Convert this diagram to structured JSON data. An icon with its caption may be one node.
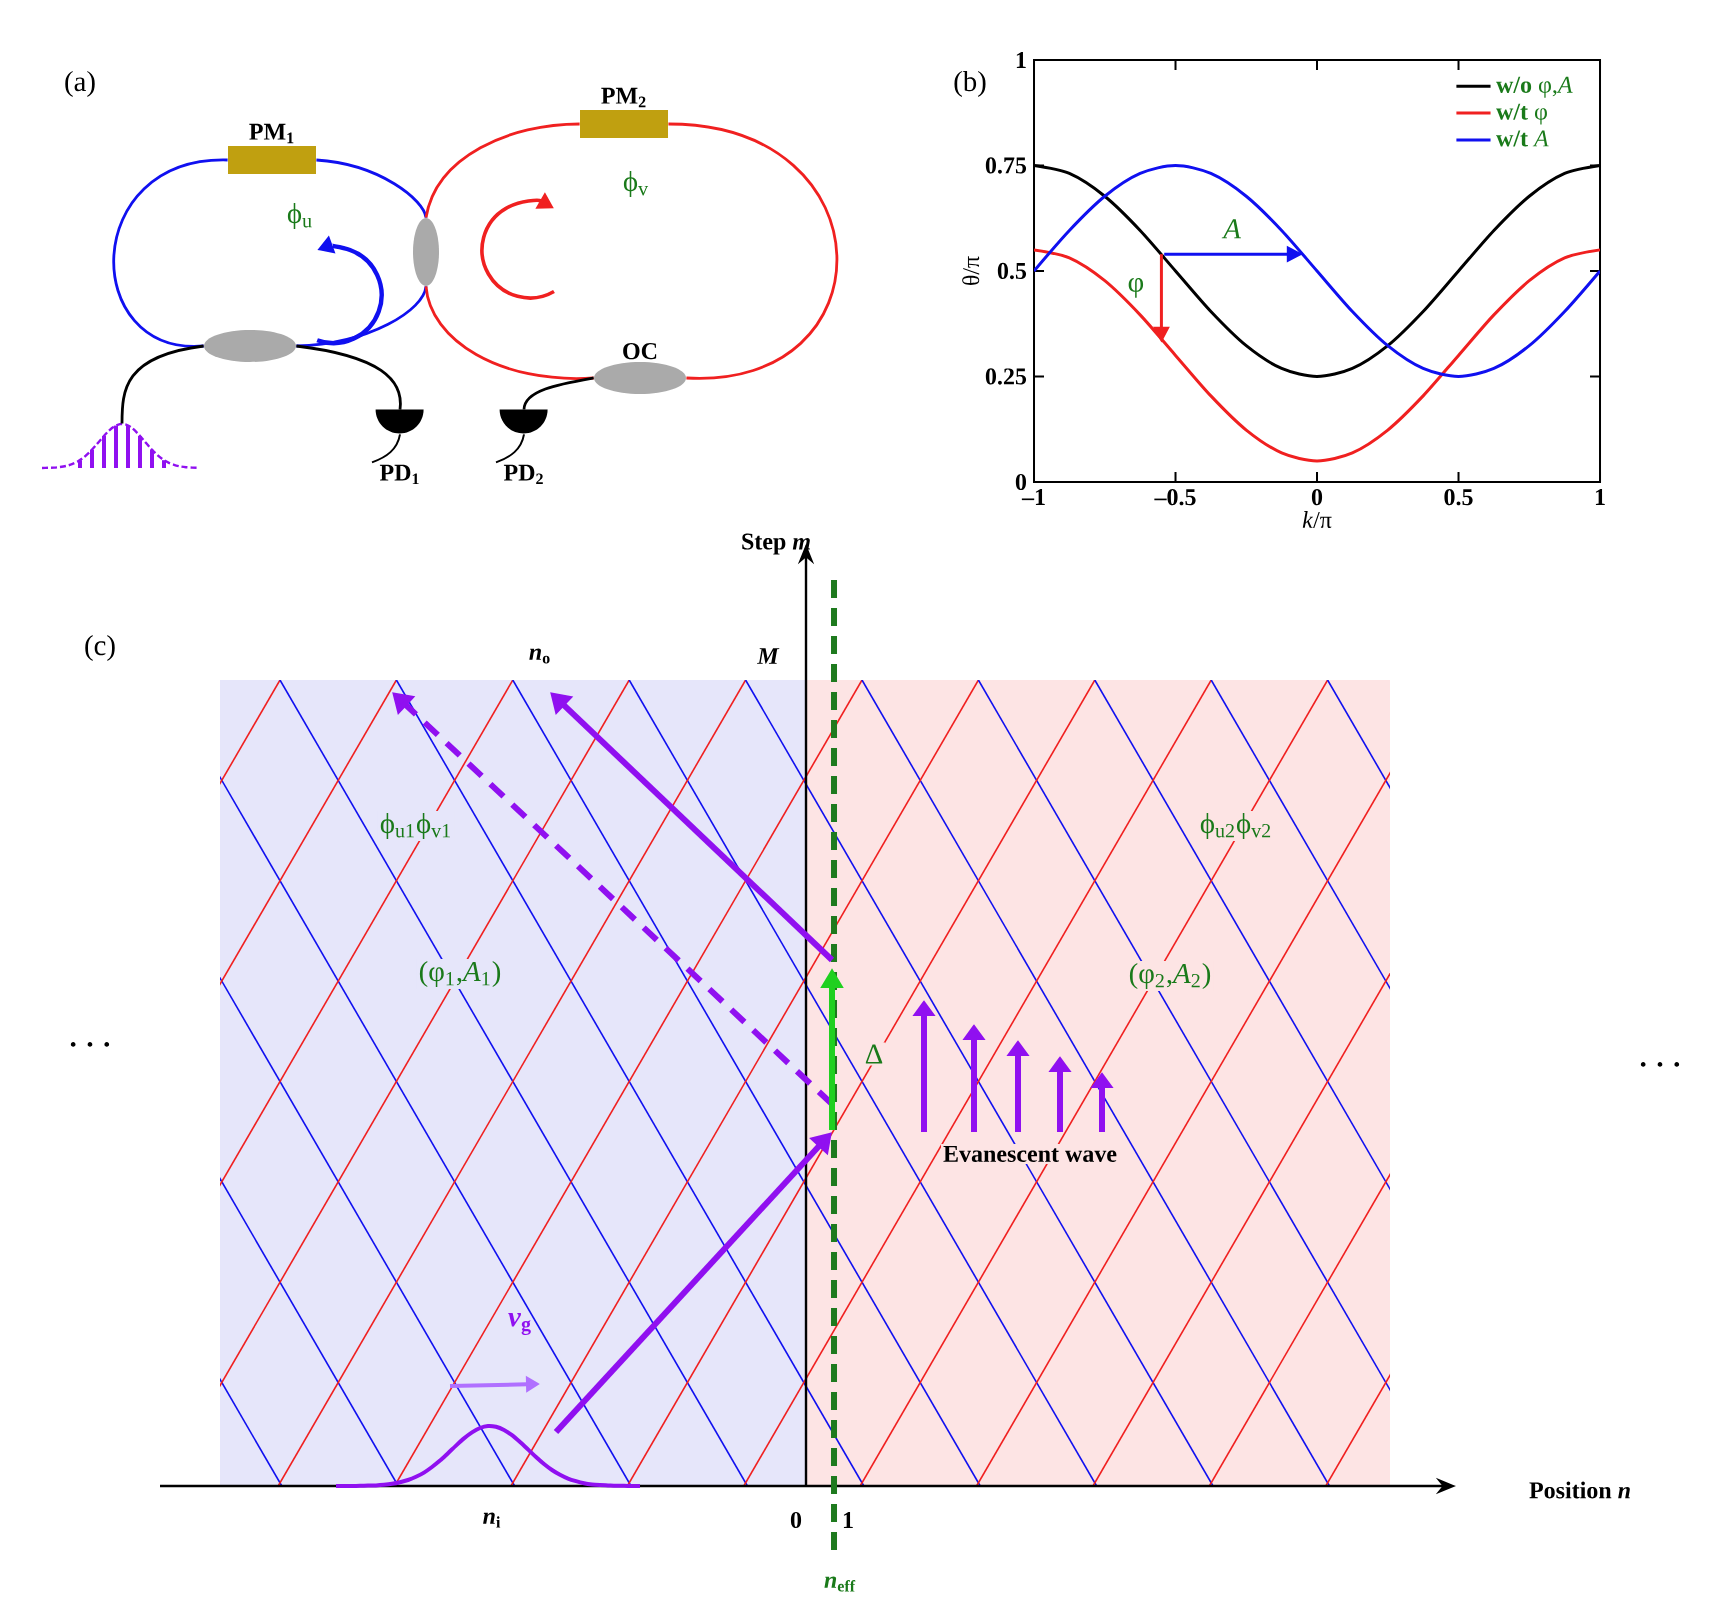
{
  "diagram": {
    "nodes": [
      {
        "text": [
          "PM$_{1}$"
        ]
      },
      {
        "text": [
          "PM$_{2}$"
        ]
      },
      {
        "text": [],
        "shape": "ellipse"
      },
      {
        "text": [],
        "shape": "ellipse"
      },
      {
        "text": [
          "OC"
        ]
      },
      {
        "text": [
          "PD$_{1}$"
        ]
      },
      {
        "text": [
          "PD$_{2}$"
        ]
      },
      {
        "text": [],
        "shape": "pulse"
      }
    ],
    "edges": [
      {
        "from": 0,
        "to": 2,
        "arrow": "none",
        "color": "#1010f0"
      },
      {
        "from": 2,
        "to": 3,
        "arrow": "none",
        "color": "#1010f0"
      },
      {
        "from": 3,
        "to": 0,
        "arrow": "none",
        "color": "#1010f0"
      },
      {
        "from": 1,
        "to": 4,
        "arrow": "none",
        "color": "#f02020"
      },
      {
        "from": 4,
        "to": 2,
        "arrow": "none",
        "color": "#f02020"
      },
      {
        "from": 2,
        "to": 1,
        "arrow": "none",
        "color": "#f02020"
      },
      {
        "from": 3,
        "to": 7,
        "arrow": "none",
        "color": "#000000"
      },
      {
        "from": 3,
        "to": 5,
        "arrow": "none",
        "color": "#000000"
      },
      {
        "from": 4,
        "to": 6,
        "arrow": "none",
        "color": "#000000"
      }
    ],
    "labels": [
      "(a)",
      "ϕ$_{u}$",
      "ϕ$_{v}$",
      "(b)",
      "Step *m*",
      "(c)",
      "*n*$_{o}$",
      "M",
      "ϕ$_{u1}$ϕ$_{v1}$",
      "ϕ$_{u2}$ϕ$_{v2}$",
      "(φ$_{1}$,*A*$_{1}$)",
      "(φ$_{2}$,*A*$_{2}$)",
      "· · ·",
      "Δ",
      "· · ·",
      "Evanescent wave",
      "*v*$_{g}$",
      "*n*$_{i}$",
      "0",
      "1",
      "Position *n*",
      "*n*$_{eff}$"
    ],
    "chart_data": {
      "type": "line",
      "xlabel": "*k*/π",
      "ylabel": "θ/π",
      "x": [
        -1,
        -0.875,
        -0.75,
        -0.625,
        -0.5,
        -0.375,
        -0.25,
        -0.125,
        0,
        0.125,
        0.25,
        0.375,
        0.5,
        0.625,
        0.75,
        0.875,
        1
      ],
      "series": [
        {
          "name": "**w/o** φ,*A*",
          "color": "#000000",
          "values": [
            0.75,
            0.731,
            0.677,
            0.596,
            0.5,
            0.404,
            0.323,
            0.269,
            0.25,
            0.269,
            0.323,
            0.404,
            0.5,
            0.596,
            0.677,
            0.731,
            0.75
          ]
        },
        {
          "name": "**w/t** φ",
          "color": "#f02020",
          "values": [
            0.55,
            0.531,
            0.477,
            0.396,
            0.3,
            0.204,
            0.123,
            0.069,
            0.05,
            0.069,
            0.123,
            0.204,
            0.3,
            0.396,
            0.477,
            0.531,
            0.55
          ]
        },
        {
          "name": "**w/t** *A*",
          "color": "#1010f0",
          "values": [
            0.5,
            0.596,
            0.677,
            0.731,
            0.75,
            0.731,
            0.677,
            0.596,
            0.5,
            0.404,
            0.323,
            0.269,
            0.25,
            0.269,
            0.323,
            0.404,
            0.5
          ]
        }
      ],
      "xlim": [
        -1,
        1
      ],
      "ylim": [
        0,
        1
      ],
      "xticks": [
        {
          "value": -1,
          "label": "–1"
        },
        {
          "value": -0.5,
          "label": "–0.5"
        },
        0,
        0.5,
        1
      ],
      "yticks": [
        0,
        0.25,
        0.5,
        0.75,
        1
      ],
      "legend": "upper right",
      "annotations": [
        "A",
        "φ"
      ]
    }
  }
}
